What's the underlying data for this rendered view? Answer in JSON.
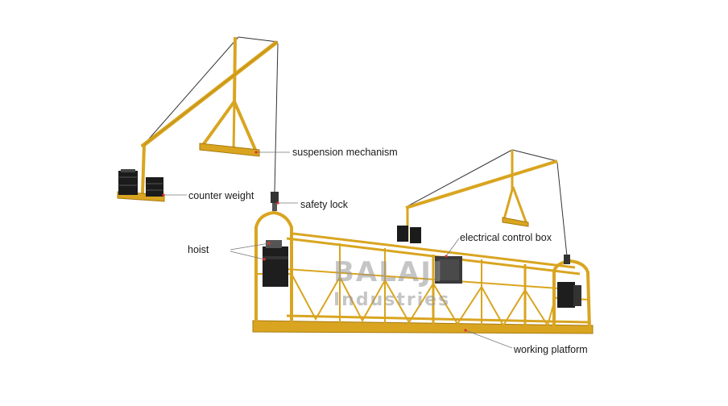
{
  "labels": {
    "suspension": "suspension mechanism",
    "counter_weight": "counter weight",
    "safety_lock": "safety lock",
    "hoist": "hoist",
    "control_box": "electrical control box",
    "platform": "working platform"
  },
  "watermark": {
    "line1": "BALAJI",
    "line2": "Industries"
  },
  "colors": {
    "frame": "#d9a520",
    "frame_dark": "#a87a10",
    "weight": "#1b1b1b",
    "marker": "#e03030"
  }
}
